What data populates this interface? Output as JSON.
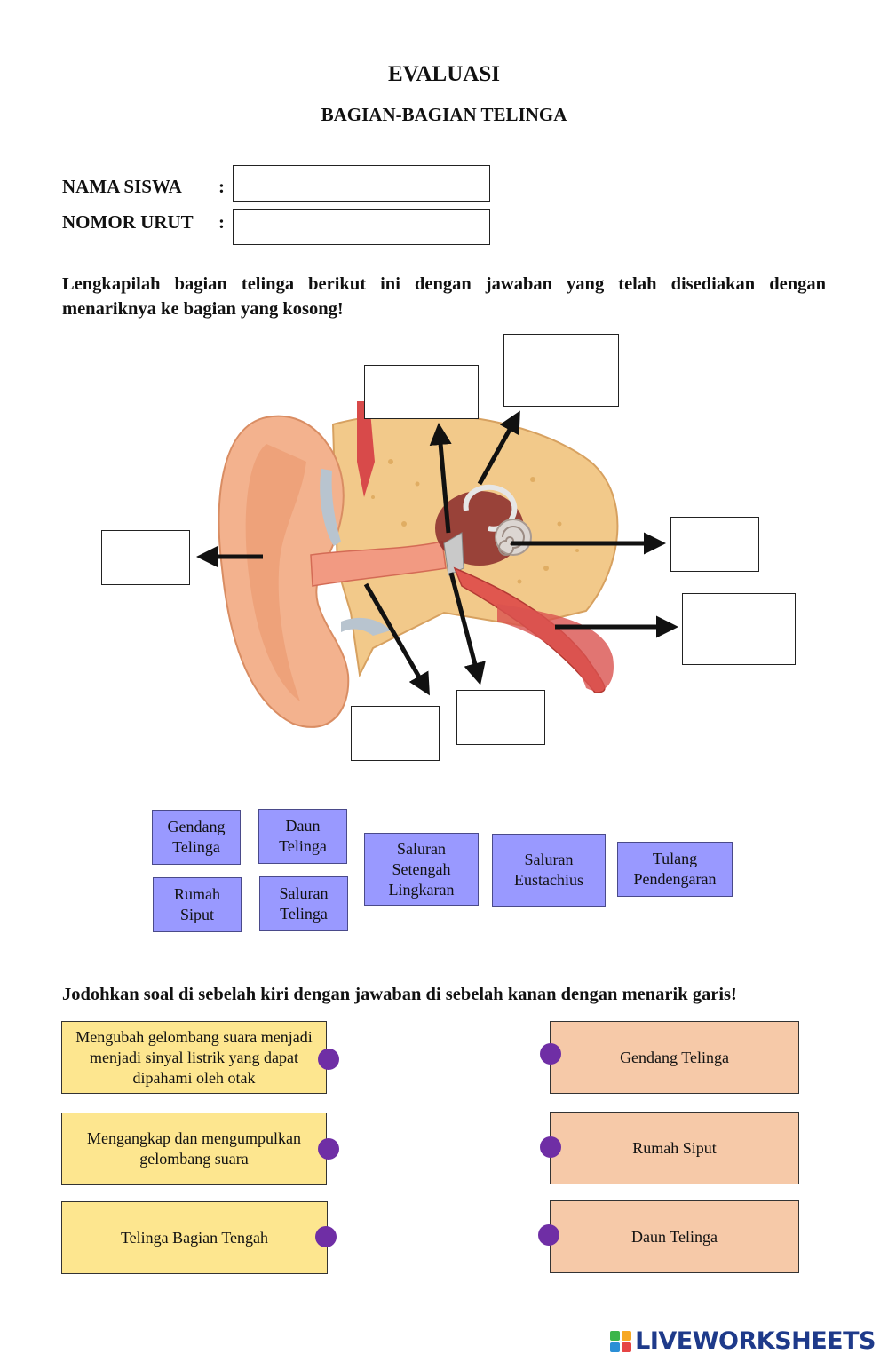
{
  "header": {
    "title": "EVALUASI",
    "subtitle": "BAGIAN-BAGIAN TELINGA"
  },
  "form": {
    "name_label": "NAMA SISWA",
    "number_label": "NOMOR URUT",
    "colon": ":",
    "name_value": "",
    "number_value": ""
  },
  "section1": {
    "instruction": "Lengkapilah bagian telinga berikut ini dengan jawaban yang telah disediakan dengan menariknya ke bagian yang kosong!"
  },
  "answer_chips": [
    {
      "label": "Gendang\nTelinga"
    },
    {
      "label": "Daun\nTelinga"
    },
    {
      "label": "Rumah\nSiput"
    },
    {
      "label": "Saluran\nTelinga"
    },
    {
      "label": "Saluran\nSetengah\nLingkaran"
    },
    {
      "label": "Saluran\nEustachius"
    },
    {
      "label": "Tulang\nPendengaran"
    }
  ],
  "section2": {
    "instruction": "Jodohkan soal di sebelah kiri dengan jawaban di sebelah kanan dengan menarik garis!",
    "questions": [
      {
        "text": "Mengubah gelombang suara menjadi menjadi sinyal listrik yang dapat dipahami oleh otak"
      },
      {
        "text": "Mengangkap dan mengumpulkan gelombang suara"
      },
      {
        "text": "Telinga Bagian Tengah"
      }
    ],
    "answers": [
      {
        "text": "Gendang Telinga"
      },
      {
        "text": "Rumah Siput"
      },
      {
        "text": "Daun Telinga"
      }
    ]
  },
  "colors": {
    "chip": "#9999ff",
    "question_box": "#fde68f",
    "answer_box": "#f6c9a8",
    "dot": "#6f2ea5",
    "brand": "#1e3a8a"
  },
  "brand": {
    "text": "LIVEWORKSHEETS"
  }
}
